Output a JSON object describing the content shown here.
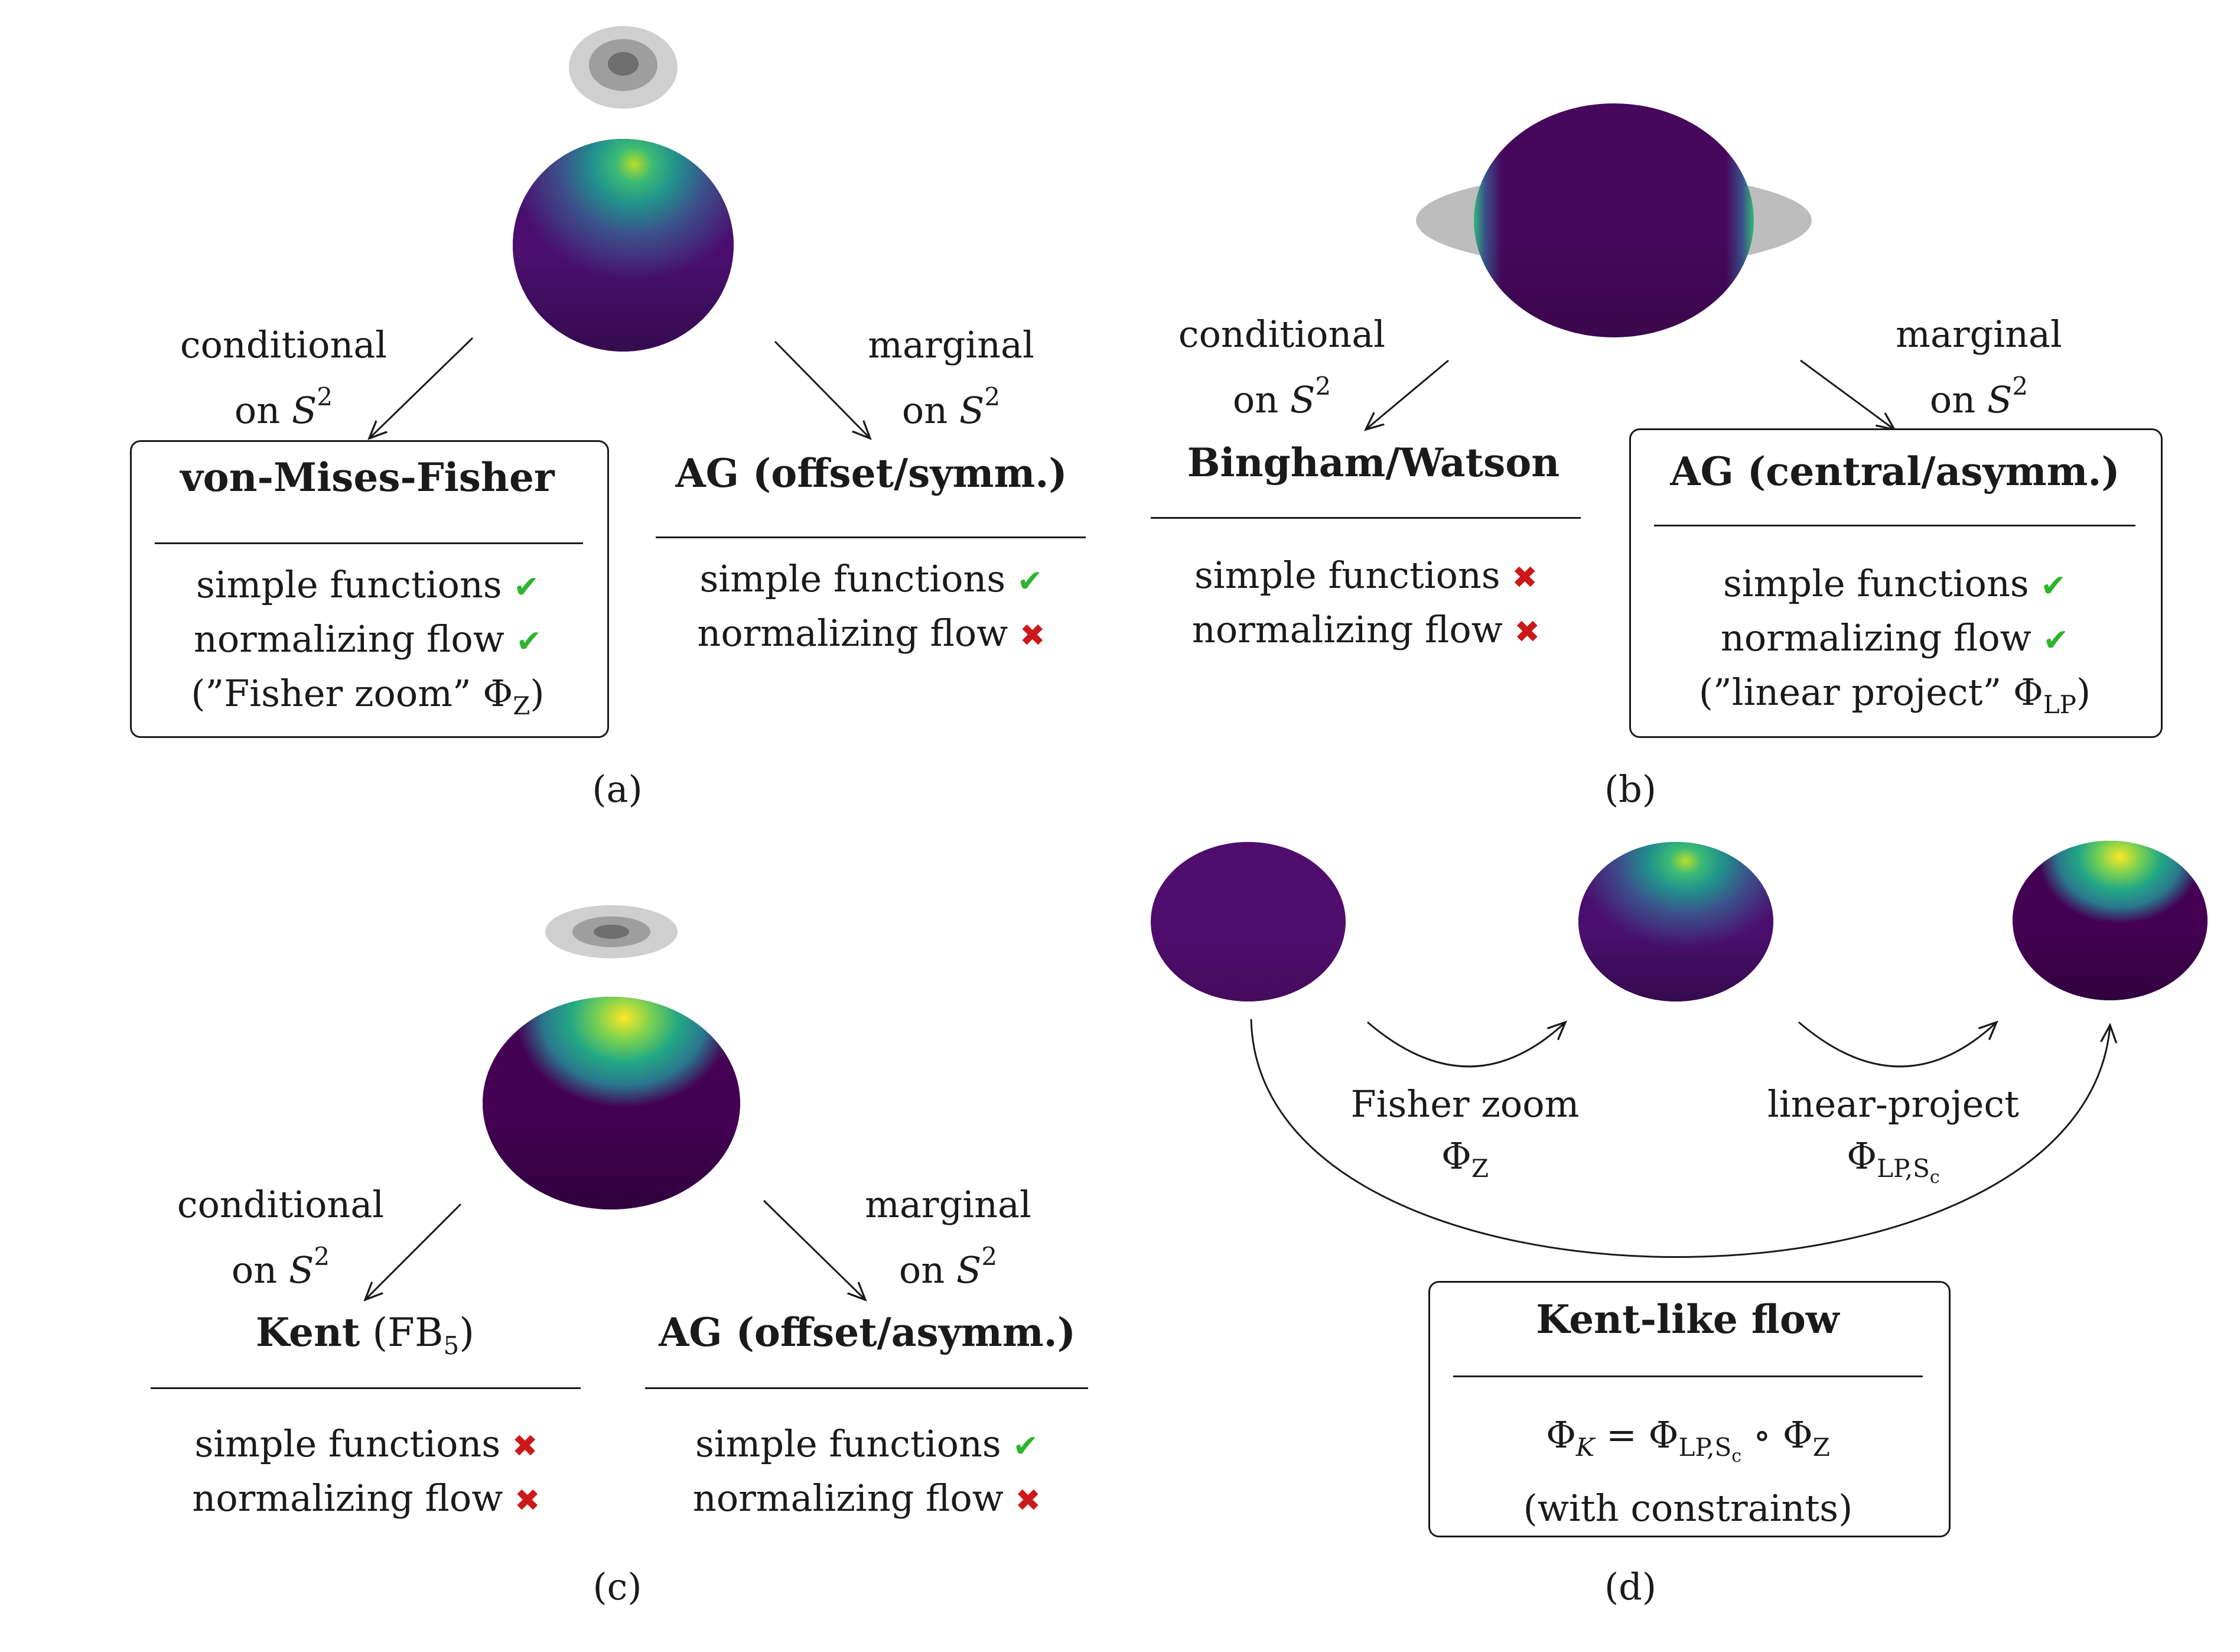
{
  "panels": {
    "a": {
      "caption": "(a)",
      "left_label_1": "conditional",
      "left_label_2": "on ",
      "space": "S",
      "space_exp": "2",
      "right_label_1": "marginal",
      "right_label_2": "on ",
      "left_title": "von-Mises-Fisher",
      "left_line_1": "simple functions",
      "left_line_2": "normalizing flow",
      "left_line_3a": "(”Fisher zoom” Φ",
      "left_line_3_sub": "Z",
      "left_line_3b": ")",
      "right_title": "AG (offset/symm.)",
      "right_line_1": "simple functions",
      "right_line_2": "normalizing flow"
    },
    "b": {
      "caption": "(b)",
      "left_label_1": "conditional",
      "left_label_2": "on ",
      "space": "S",
      "space_exp": "2",
      "right_label_1": "marginal",
      "right_label_2": "on ",
      "left_title": "Bingham/Watson",
      "left_line_1": "simple functions",
      "left_line_2": "normalizing flow",
      "right_title": "AG (central/asymm.)",
      "right_line_1": "simple functions",
      "right_line_2": "normalizing flow",
      "right_line_3a": "(”linear project” Φ",
      "right_line_3_sub": "LP",
      "right_line_3b": ")"
    },
    "c": {
      "caption": "(c)",
      "left_label_1": "conditional",
      "left_label_2": "on ",
      "space": "S",
      "space_exp": "2",
      "right_label_1": "marginal",
      "right_label_2": "on ",
      "left_title_bold": "Kent",
      "left_title_rest": " (FB",
      "left_title_sub": "5",
      "left_title_end": ")",
      "left_line_1": "simple functions",
      "left_line_2": "normalizing flow",
      "right_title": "AG (offset/asymm.)",
      "right_line_1": "simple functions",
      "right_line_2": "normalizing flow"
    },
    "d": {
      "caption": "(d)",
      "step1_label": "Fisher zoom",
      "step1_sym": "Φ",
      "step1_sub": "Z",
      "step2_label": "linear-project",
      "step2_sym": "Φ",
      "step2_sub": "LP,S",
      "step2_subsub": "c",
      "box_title": "Kent-like flow",
      "formula_a": "Φ",
      "formula_a_sub": "K",
      "formula_eq": " = Φ",
      "formula_b_sub": "LP,S",
      "formula_b_subsub": "c",
      "formula_c": " ∘ Φ",
      "formula_c_sub": "Z",
      "box_line_2": "(with constraints)"
    }
  },
  "marks": {
    "ok": "✔",
    "no": "✖"
  },
  "colors": {
    "ok": "#2db52d",
    "no": "#cc1a1a",
    "sphere_dark": "#44015a",
    "sphere_peak": "#fde725"
  }
}
